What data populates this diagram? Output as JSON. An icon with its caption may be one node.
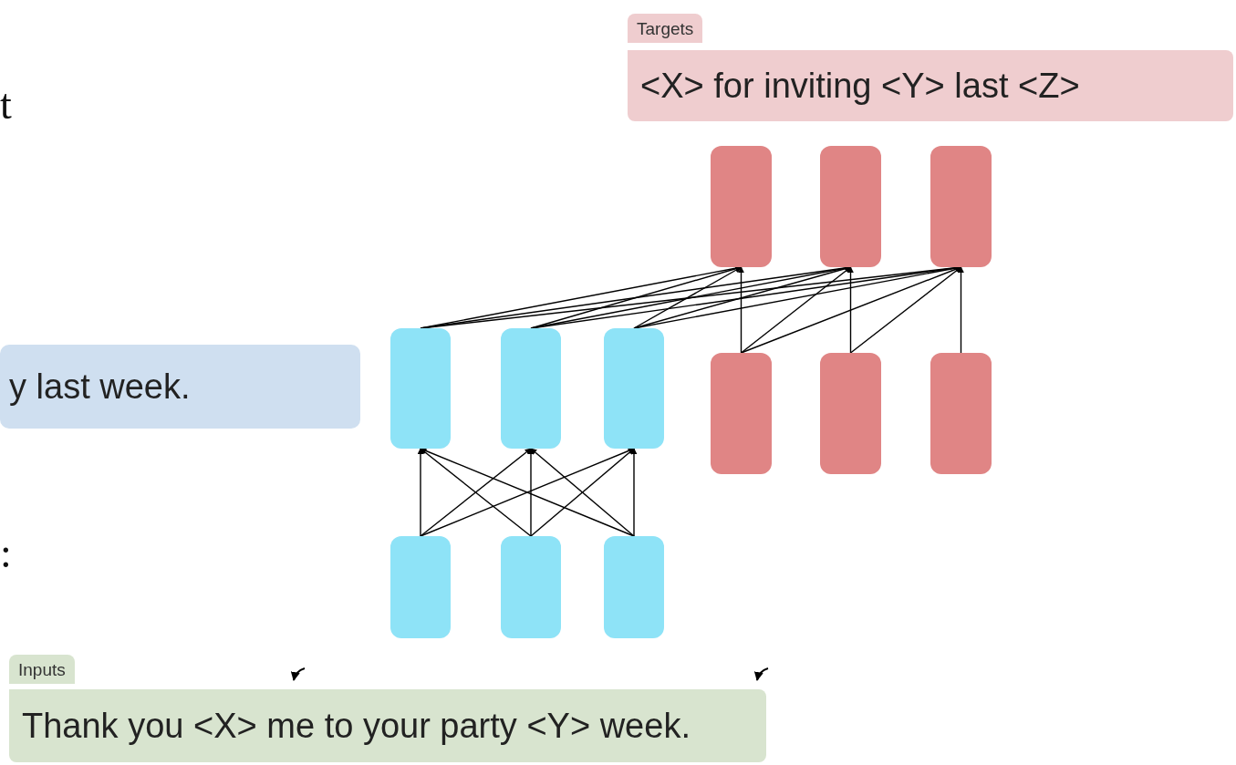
{
  "diagram": {
    "nodes": [
      {
        "text": [
          "Targets",
          "<X> for inviting <Y> last <Z>"
        ]
      },
      {
        "text": [
          "y last week."
        ]
      },
      {
        "text": [
          "Inputs",
          "Thank you <X> me to your party <Y> week."
        ]
      },
      {
        "text": [],
        "shape": "box"
      },
      {
        "text": [],
        "shape": "box"
      },
      {
        "text": [],
        "shape": "box"
      },
      {
        "text": [],
        "shape": "box"
      },
      {
        "text": [],
        "shape": "box"
      },
      {
        "text": [],
        "shape": "box"
      },
      {
        "text": [],
        "shape": "box"
      },
      {
        "text": [],
        "shape": "box"
      },
      {
        "text": [],
        "shape": "box"
      },
      {
        "text": [],
        "shape": "box"
      },
      {
        "text": [],
        "shape": "box"
      },
      {
        "text": [],
        "shape": "box"
      }
    ],
    "edges": [
      {
        "from": 12,
        "to": 6,
        "arrow": "to"
      },
      {
        "from": 12,
        "to": 7,
        "arrow": "to"
      },
      {
        "from": 12,
        "to": 8,
        "arrow": "to"
      },
      {
        "from": 13,
        "to": 6,
        "arrow": "to"
      },
      {
        "from": 13,
        "to": 7,
        "arrow": "to"
      },
      {
        "from": 13,
        "to": 8,
        "arrow": "to"
      },
      {
        "from": 14,
        "to": 6,
        "arrow": "to"
      },
      {
        "from": 14,
        "to": 7,
        "arrow": "to"
      },
      {
        "from": 14,
        "to": 8,
        "arrow": "to"
      },
      {
        "from": 6,
        "to": 3,
        "arrow": "to"
      },
      {
        "from": 6,
        "to": 4,
        "arrow": "to"
      },
      {
        "from": 6,
        "to": 5,
        "arrow": "to"
      },
      {
        "from": 7,
        "to": 3,
        "arrow": "to"
      },
      {
        "from": 7,
        "to": 4,
        "arrow": "to"
      },
      {
        "from": 7,
        "to": 5,
        "arrow": "to"
      },
      {
        "from": 8,
        "to": 3,
        "arrow": "to"
      },
      {
        "from": 8,
        "to": 4,
        "arrow": "to"
      },
      {
        "from": 8,
        "to": 5,
        "arrow": "to"
      },
      {
        "from": 9,
        "to": 3,
        "arrow": "to"
      },
      {
        "from": 9,
        "to": 4,
        "arrow": "to"
      },
      {
        "from": 9,
        "to": 5,
        "arrow": "to"
      },
      {
        "from": 10,
        "to": 4,
        "arrow": "to"
      },
      {
        "from": 10,
        "to": 5,
        "arrow": "to"
      },
      {
        "from": 11,
        "to": 5,
        "arrow": "to"
      }
    ],
    "labels": [
      "t",
      ":"
    ]
  }
}
